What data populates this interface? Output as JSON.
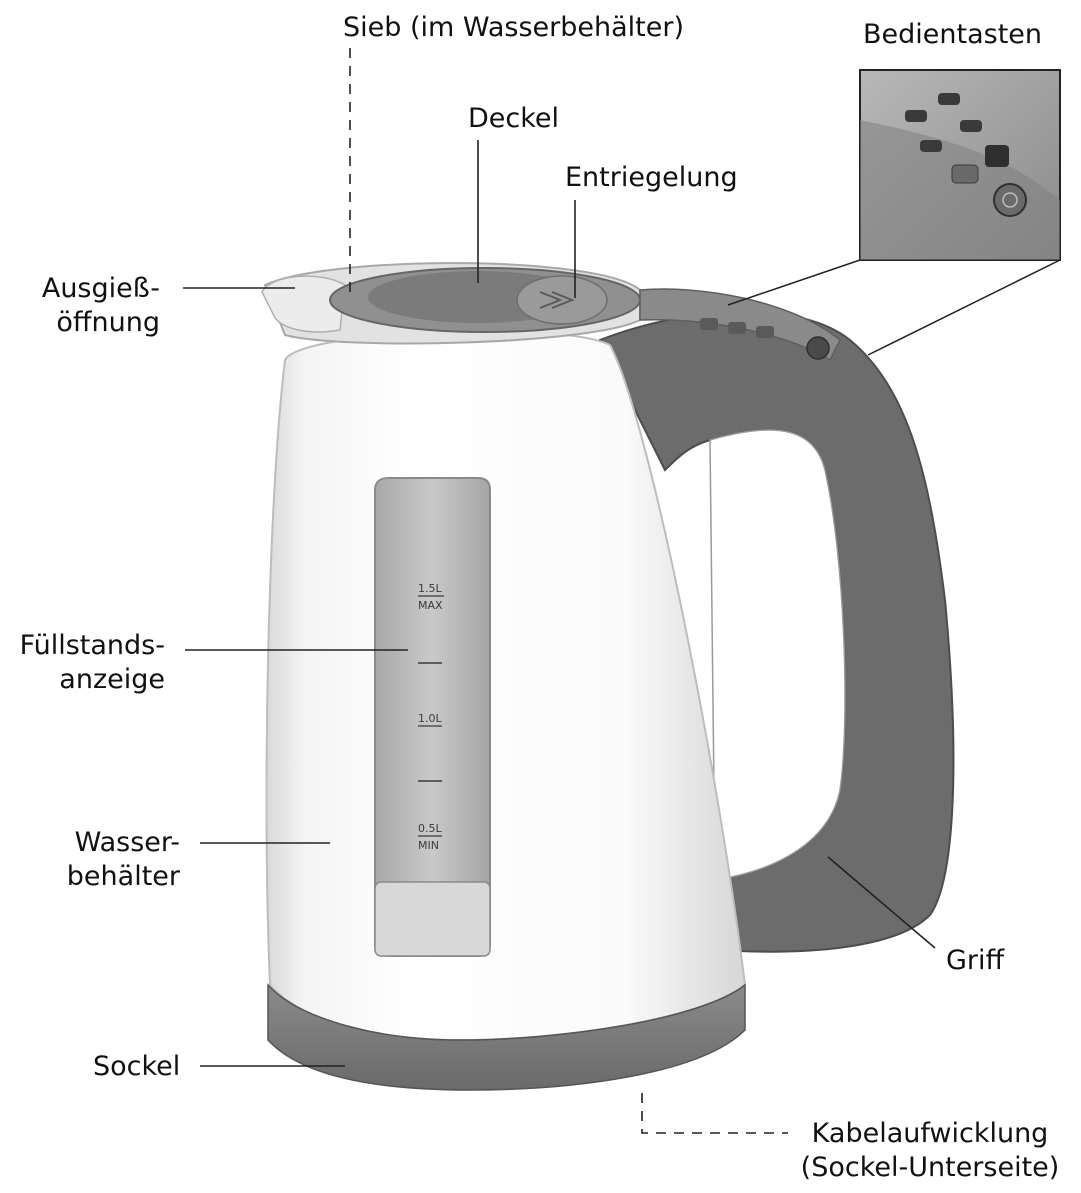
{
  "labels": {
    "sieb": "Sieb (im Wasserbehälter)",
    "deckel": "Deckel",
    "entriegelung": "Entriegelung",
    "bedientasten": "Bedientasten",
    "ausgiess_line1": "Ausgieß-",
    "ausgiess_line2": "öffnung",
    "fuellstand_line1": "Füllstands-",
    "fuellstand_line2": "anzeige",
    "wasser_line1": "Wasser-",
    "wasser_line2": "behälter",
    "sockel": "Sockel",
    "griff": "Griff",
    "kabel_line1": "Kabelaufwicklung",
    "kabel_line2": "(Sockel-Unterseite)"
  },
  "gauge": {
    "max_value": "1.5L",
    "max_label": "MAX",
    "mid_value": "1.0L",
    "min_value": "0.5L",
    "min_label": "MIN"
  },
  "colors": {
    "body": "#ffffff",
    "grey_dark": "#6c6c6c",
    "grey_mid": "#8e8e8e",
    "grey_light": "#c9c9c9",
    "leader": "#222222"
  }
}
